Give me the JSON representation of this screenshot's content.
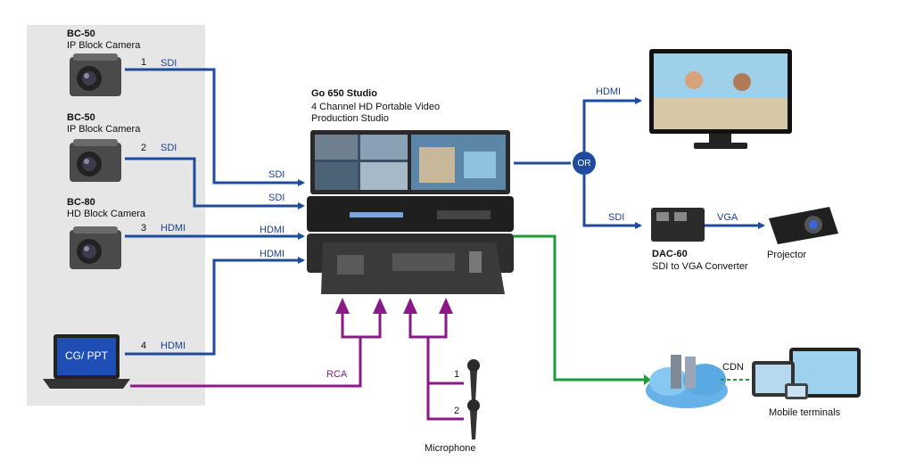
{
  "cameras": [
    {
      "model": "BC-50",
      "desc": "IP Block Camera",
      "num": "1",
      "signal": "SDI"
    },
    {
      "model": "BC-50",
      "desc": "IP Block Camera",
      "num": "2",
      "signal": "SDI"
    },
    {
      "model": "BC-80",
      "desc": "HD Block Camera",
      "num": "3",
      "signal": "HDMI"
    }
  ],
  "laptop": {
    "screen_text": "CG/ PPT",
    "num": "4",
    "signal": "HDMI"
  },
  "studio": {
    "title": "Go 650 Studio",
    "subtitle_line1": "4 Channel HD Portable Video",
    "subtitle_line2": "Production Studio"
  },
  "inputs": [
    "SDI",
    "SDI",
    "HDMI",
    "HDMI"
  ],
  "outputs": {
    "hdmi": "HDMI",
    "or": "OR",
    "sdi": "SDI",
    "vga": "VGA",
    "cdn": "CDN"
  },
  "converter": {
    "model": "DAC-60",
    "desc": "SDI to VGA Converter"
  },
  "projector": "Projector",
  "mobile": "Mobile terminals",
  "rca": "RCA",
  "microphones": {
    "label": "Microphone",
    "nums": [
      "1",
      "2"
    ]
  },
  "colors": {
    "sdi_hdmi_line": "#1f4b9e",
    "rca_line": "#8b1a89",
    "network_line": "#1f9a3a",
    "panel": "#e6e6e6"
  }
}
